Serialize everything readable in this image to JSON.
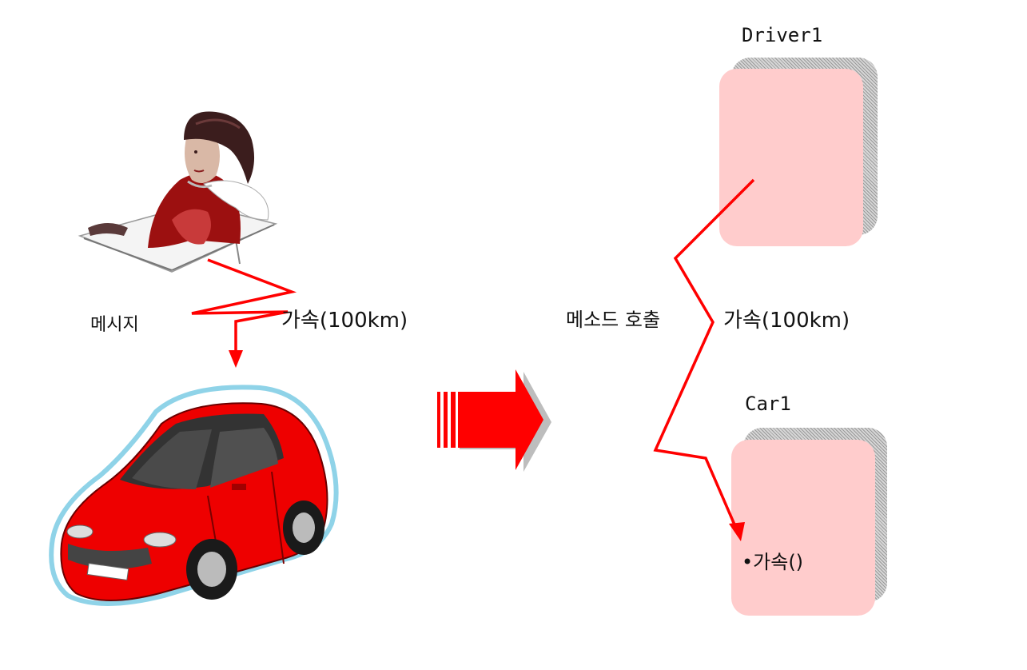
{
  "left": {
    "message_label": "메시지",
    "message_value": "가속(100km)"
  },
  "right": {
    "driver_title": "Driver1",
    "method_call_label": "메소드 호출",
    "method_call_value": "가속(100km)",
    "car_title": "Car1",
    "car_method": "•가속()"
  },
  "colors": {
    "arrow_red": "#ff0000",
    "object_fill": "#ffcccc",
    "car_red": "#ee0000",
    "car_outline": "#8fd3e8"
  },
  "icons": [
    "driver-clipart",
    "car-clipart",
    "big-transform-arrow"
  ]
}
